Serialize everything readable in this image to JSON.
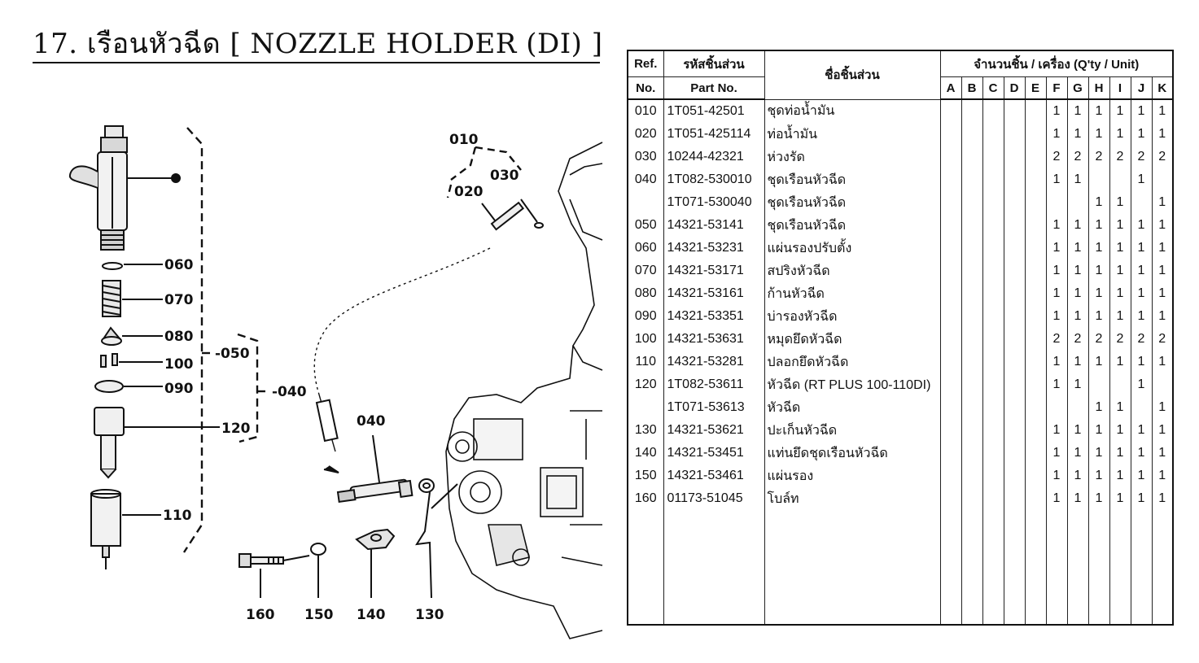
{
  "page": {
    "title": "17. เรือนหัวฉีด [ NOZZLE HOLDER (DI) ]"
  },
  "diagram": {
    "callouts": [
      {
        "id": "c060",
        "label": "060"
      },
      {
        "id": "c070",
        "label": "070"
      },
      {
        "id": "c080",
        "label": "080"
      },
      {
        "id": "c100",
        "label": "100"
      },
      {
        "id": "c090",
        "label": "090"
      },
      {
        "id": "c120",
        "label": "120"
      },
      {
        "id": "c110",
        "label": "110"
      },
      {
        "id": "c050",
        "label": "-050"
      },
      {
        "id": "c040a",
        "label": "-040"
      },
      {
        "id": "c010",
        "label": "010"
      },
      {
        "id": "c020",
        "label": "020"
      },
      {
        "id": "c030",
        "label": "030"
      },
      {
        "id": "c040b",
        "label": "040"
      },
      {
        "id": "c160",
        "label": "160"
      },
      {
        "id": "c150",
        "label": "150"
      },
      {
        "id": "c140",
        "label": "140"
      },
      {
        "id": "c130",
        "label": "130"
      }
    ]
  },
  "table": {
    "headers": {
      "ref": "Ref.",
      "ref_no": "No.",
      "part_th": "รหัสชิ้นส่วน",
      "part_en": "Part No.",
      "name": "ชื่อชิ้นส่วน",
      "qty": "จำนวนชิ้น / เครื่อง (Q'ty / Unit)",
      "units": [
        "A",
        "B",
        "C",
        "D",
        "E",
        "F",
        "G",
        "H",
        "I",
        "J",
        "K"
      ]
    },
    "rows": [
      {
        "ref": "010",
        "part": "1T051-42501",
        "name": "ชุดท่อน้ำมัน",
        "qty": [
          "",
          "",
          "",
          "",
          "",
          "1",
          "1",
          "1",
          "1",
          "1",
          "1"
        ]
      },
      {
        "ref": "020",
        "part": "1T051-425114",
        "name": "ท่อน้ำมัน",
        "qty": [
          "",
          "",
          "",
          "",
          "",
          "1",
          "1",
          "1",
          "1",
          "1",
          "1"
        ]
      },
      {
        "ref": "030",
        "part": "10244-42321",
        "name": "ห่วงรัด",
        "qty": [
          "",
          "",
          "",
          "",
          "",
          "2",
          "2",
          "2",
          "2",
          "2",
          "2"
        ]
      },
      {
        "ref": "040",
        "part": "1T082-530010",
        "name": "ชุดเรือนหัวฉีด",
        "qty": [
          "",
          "",
          "",
          "",
          "",
          "1",
          "1",
          "",
          "",
          "1",
          ""
        ]
      },
      {
        "ref": "",
        "part": "1T071-530040",
        "name": "ชุดเรือนหัวฉีด",
        "qty": [
          "",
          "",
          "",
          "",
          "",
          "",
          "",
          "1",
          "1",
          "",
          "1"
        ]
      },
      {
        "ref": "050",
        "part": "14321-53141",
        "name": "ชุดเรือนหัวฉีด",
        "qty": [
          "",
          "",
          "",
          "",
          "",
          "1",
          "1",
          "1",
          "1",
          "1",
          "1"
        ]
      },
      {
        "ref": "060",
        "part": "14321-53231",
        "name": "แผ่นรองปรับตั้ง",
        "qty": [
          "",
          "",
          "",
          "",
          "",
          "1",
          "1",
          "1",
          "1",
          "1",
          "1"
        ]
      },
      {
        "ref": "070",
        "part": "14321-53171",
        "name": "สปริงหัวฉีด",
        "qty": [
          "",
          "",
          "",
          "",
          "",
          "1",
          "1",
          "1",
          "1",
          "1",
          "1"
        ]
      },
      {
        "ref": "080",
        "part": "14321-53161",
        "name": "ก้านหัวฉีด",
        "qty": [
          "",
          "",
          "",
          "",
          "",
          "1",
          "1",
          "1",
          "1",
          "1",
          "1"
        ]
      },
      {
        "ref": "090",
        "part": "14321-53351",
        "name": "บ่ารองหัวฉีด",
        "qty": [
          "",
          "",
          "",
          "",
          "",
          "1",
          "1",
          "1",
          "1",
          "1",
          "1"
        ]
      },
      {
        "ref": "100",
        "part": "14321-53631",
        "name": "หมุดยึดหัวฉีด",
        "qty": [
          "",
          "",
          "",
          "",
          "",
          "2",
          "2",
          "2",
          "2",
          "2",
          "2"
        ]
      },
      {
        "ref": "110",
        "part": "14321-53281",
        "name": "ปลอกยึดหัวฉีด",
        "qty": [
          "",
          "",
          "",
          "",
          "",
          "1",
          "1",
          "1",
          "1",
          "1",
          "1"
        ]
      },
      {
        "ref": "120",
        "part": "1T082-53611",
        "name": "หัวฉีด (RT PLUS 100-110DI)",
        "qty": [
          "",
          "",
          "",
          "",
          "",
          "1",
          "1",
          "",
          "",
          "1",
          ""
        ]
      },
      {
        "ref": "",
        "part": "1T071-53613",
        "name": "หัวฉีด",
        "qty": [
          "",
          "",
          "",
          "",
          "",
          "",
          "",
          "1",
          "1",
          "",
          "1"
        ]
      },
      {
        "ref": "130",
        "part": "14321-53621",
        "name": "ปะเก็นหัวฉีด",
        "qty": [
          "",
          "",
          "",
          "",
          "",
          "1",
          "1",
          "1",
          "1",
          "1",
          "1"
        ]
      },
      {
        "ref": "140",
        "part": "14321-53451",
        "name": "แท่นยึดชุดเรือนหัวฉีด",
        "qty": [
          "",
          "",
          "",
          "",
          "",
          "1",
          "1",
          "1",
          "1",
          "1",
          "1"
        ]
      },
      {
        "ref": "150",
        "part": "14321-53461",
        "name": "แผ่นรอง",
        "qty": [
          "",
          "",
          "",
          "",
          "",
          "1",
          "1",
          "1",
          "1",
          "1",
          "1"
        ]
      },
      {
        "ref": "160",
        "part": "01173-51045",
        "name": "โบล์ท",
        "qty": [
          "",
          "",
          "",
          "",
          "",
          "1",
          "1",
          "1",
          "1",
          "1",
          "1"
        ]
      }
    ],
    "blank_rows": 5
  }
}
